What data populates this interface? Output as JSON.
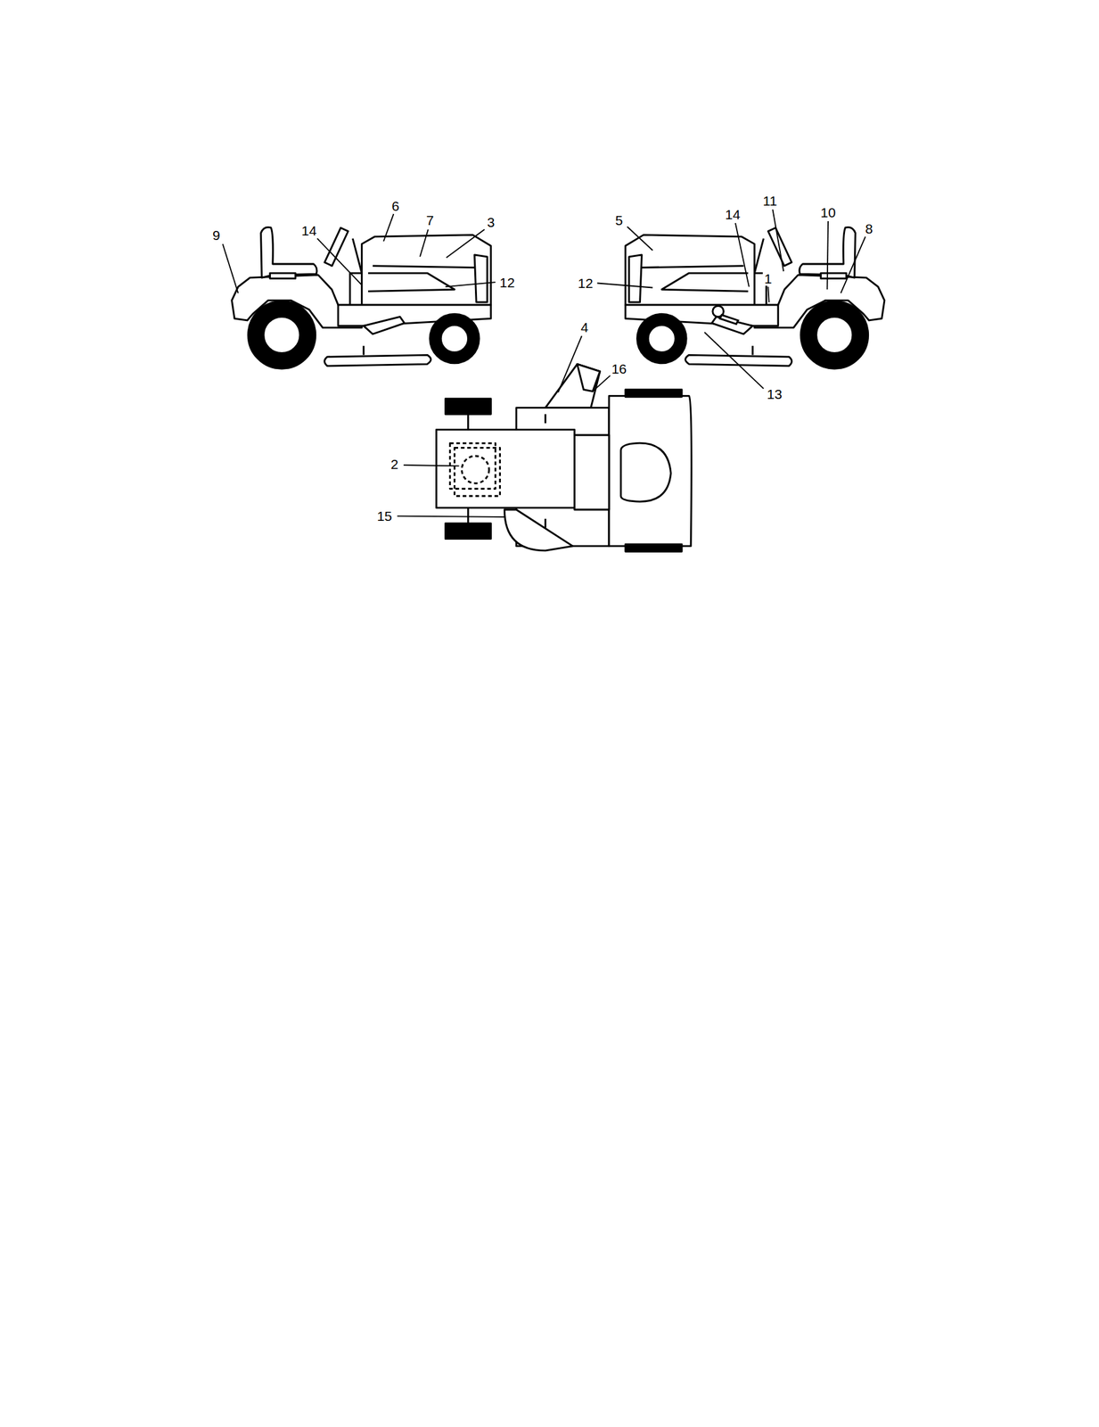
{
  "diagram": {
    "labels": [
      "9",
      "14",
      "6",
      "7",
      "3",
      "12",
      "5",
      "14",
      "11",
      "10",
      "8",
      "12",
      "1",
      "13",
      "4",
      "16",
      "2",
      "15"
    ]
  }
}
